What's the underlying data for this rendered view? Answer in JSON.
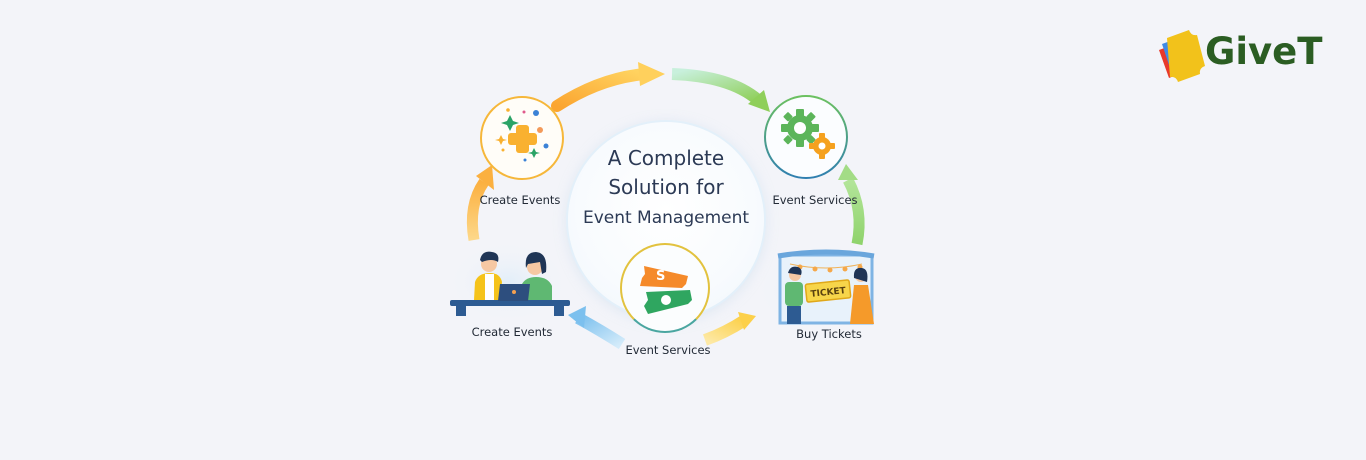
{
  "brand": {
    "name": "GiveT",
    "text_color": "#2b5d23",
    "ticket_color": "#f2c21b",
    "accent_colors": [
      "#e8392b",
      "#3f8ae6"
    ]
  },
  "diagram": {
    "title_lines": [
      "A Complete",
      "Solution for",
      "Event Management"
    ],
    "nodes": [
      {
        "label": "Create Events",
        "icon": "sparkle-plus-icon",
        "ring_color": "#f6b73a"
      },
      {
        "label": "Event Services",
        "icon": "gears-icon",
        "ring_color": "#5ab55e"
      },
      {
        "label": "Buy Tickets",
        "icon": "ticket-booth-icon"
      },
      {
        "label": "Event Services",
        "icon": "money-tickets-icon",
        "ring_color": "#e2c23e"
      },
      {
        "label": "Create Events",
        "icon": "people-laptop-icon"
      }
    ],
    "arrow_colors": {
      "orange": "#fbb040",
      "green": "#8fd36c",
      "blue": "#7cc0ee",
      "yellow": "#fcd54e"
    },
    "ticket_sign": "TICKET",
    "money_symbol": "S"
  }
}
